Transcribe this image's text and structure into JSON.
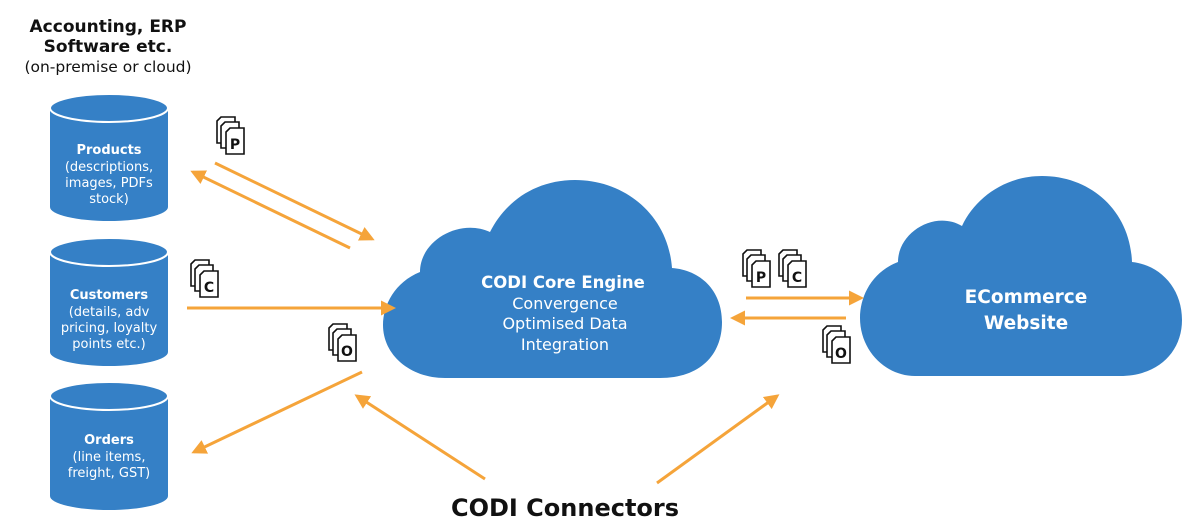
{
  "colors": {
    "primary_blue": "#3580c6",
    "arrow_orange": "#f5a43a",
    "ink": "#111111",
    "white": "#ffffff"
  },
  "header": {
    "title_line1": "Accounting, ERP",
    "title_line2": "Software etc.",
    "subtitle": "(on-premise or cloud)"
  },
  "databases": {
    "products": {
      "title": "Products",
      "line1": "(descriptions,",
      "line2": "images, PDFs",
      "line3": "stock)"
    },
    "customers": {
      "title": "Customers",
      "line1": "(details, adv",
      "line2": "pricing, loyalty",
      "line3": "points etc.)"
    },
    "orders": {
      "title": "Orders",
      "line1": "(line items,",
      "line2": "freight, GST)"
    }
  },
  "core": {
    "title": "CODI Core Engine",
    "line1": "Convergence",
    "line2": "Optimised Data",
    "line3": "Integration"
  },
  "ecommerce": {
    "line1": "ECommerce",
    "line2": "Website"
  },
  "footer": {
    "label": "CODI Connectors"
  },
  "doc_icons": {
    "products_letter": "P",
    "customers_letter": "C",
    "orders_letter": "O"
  }
}
